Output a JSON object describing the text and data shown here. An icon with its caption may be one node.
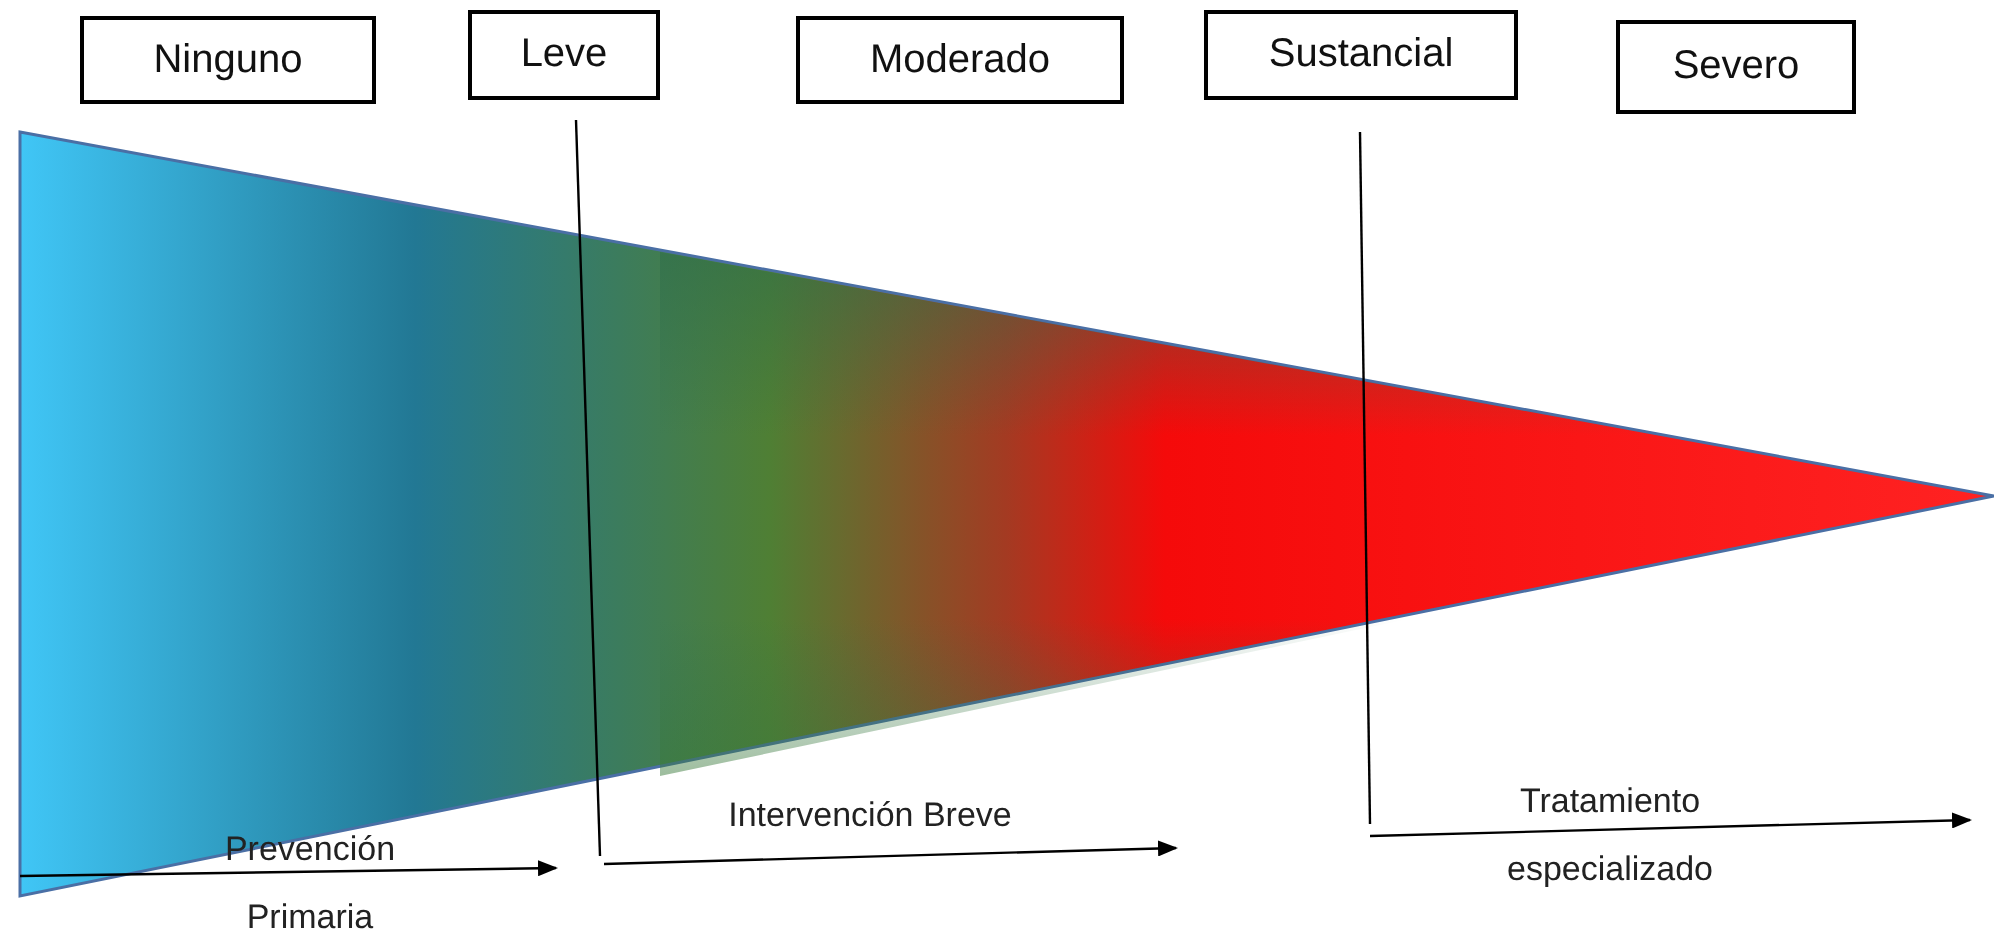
{
  "diagram": {
    "nodes": [
      {
        "text": [
          "Ninguno"
        ]
      },
      {
        "text": [
          "Leve"
        ]
      },
      {
        "text": [
          "Moderado"
        ]
      },
      {
        "text": [
          "Sustancial"
        ]
      },
      {
        "text": [
          "Severo"
        ]
      }
    ],
    "labels": [
      "Prevención Primaria",
      "Intervención Breve",
      "Tratamiento especializado"
    ]
  }
}
